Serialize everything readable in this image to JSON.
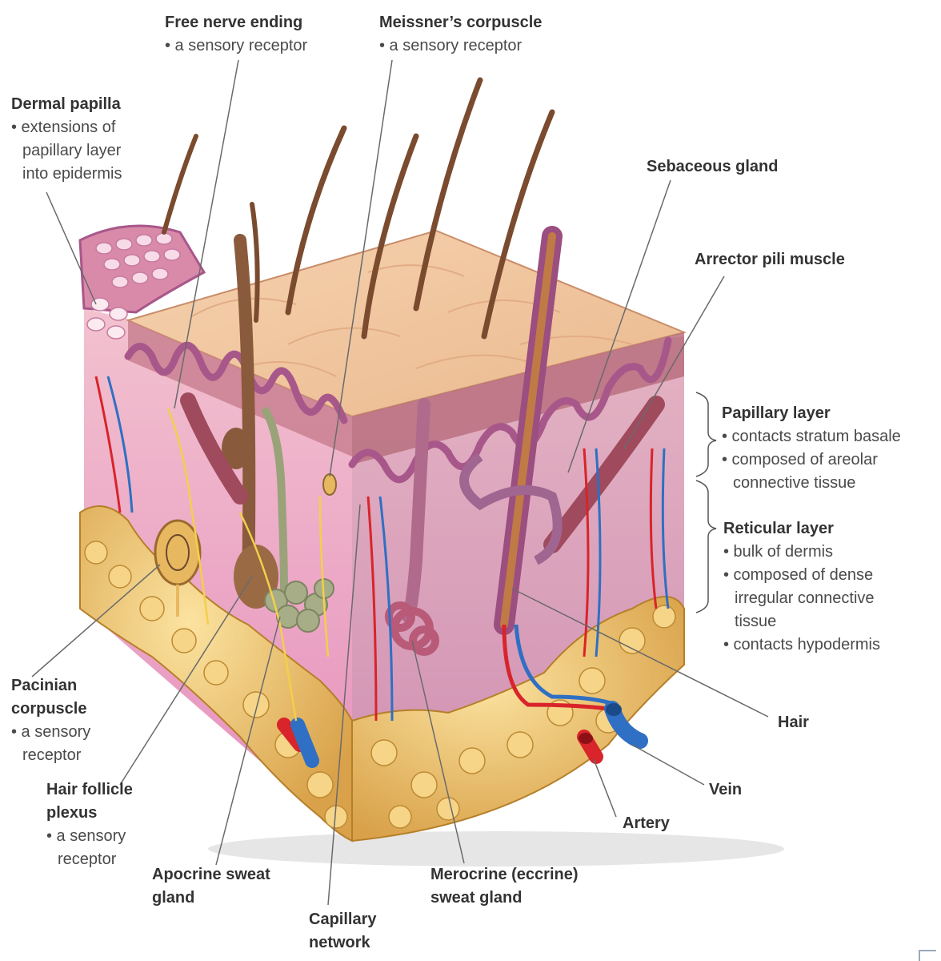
{
  "labels": {
    "free_nerve": {
      "title": "Free nerve ending",
      "lines": [
        "• a sensory receptor"
      ]
    },
    "meissner": {
      "title": "Meissner’s corpuscle",
      "lines": [
        "• a sensory receptor"
      ]
    },
    "dermal_papilla": {
      "title": "Dermal papilla",
      "lines": [
        "• extensions of",
        "papillary layer",
        "into epidermis"
      ]
    },
    "sebaceous": {
      "title": "Sebaceous gland",
      "lines": []
    },
    "arrector": {
      "title": "Arrector pili muscle",
      "lines": []
    },
    "papillary_layer": {
      "title": "Papillary layer",
      "lines": [
        "• contacts stratum basale",
        "• composed of areolar",
        "connective tissue"
      ]
    },
    "reticular_layer": {
      "title": "Reticular layer",
      "lines": [
        "• bulk of dermis",
        "• composed of dense",
        "irregular connective",
        "tissue",
        "• contacts hypodermis"
      ]
    },
    "hair": {
      "title": "Hair",
      "lines": []
    },
    "vein": {
      "title": "Vein",
      "lines": []
    },
    "artery": {
      "title": "Artery",
      "lines": []
    },
    "pacinian": {
      "title_lines": [
        "Pacinian",
        "corpuscle"
      ],
      "lines": [
        "• a sensory",
        "receptor"
      ]
    },
    "hair_follicle": {
      "title_lines": [
        "Hair follicle",
        "plexus"
      ],
      "lines": [
        "• a sensory",
        "receptor"
      ]
    },
    "apocrine": {
      "title_lines": [
        "Apocrine sweat",
        "gland"
      ]
    },
    "capillary": {
      "title_lines": [
        "Capillary",
        "network"
      ]
    },
    "merocrine": {
      "title_lines": [
        "Merocrine (eccrine)",
        "sweat gland"
      ]
    }
  },
  "colors": {
    "epidermis_top": "#f3c9a3",
    "dermis": "#e8a7c4",
    "fat": "#e9b861",
    "artery": "#d8242a",
    "vein": "#2f6fc4",
    "hair": "#7a4b2e",
    "nerve": "#f2d04a",
    "leader": "#555555"
  }
}
